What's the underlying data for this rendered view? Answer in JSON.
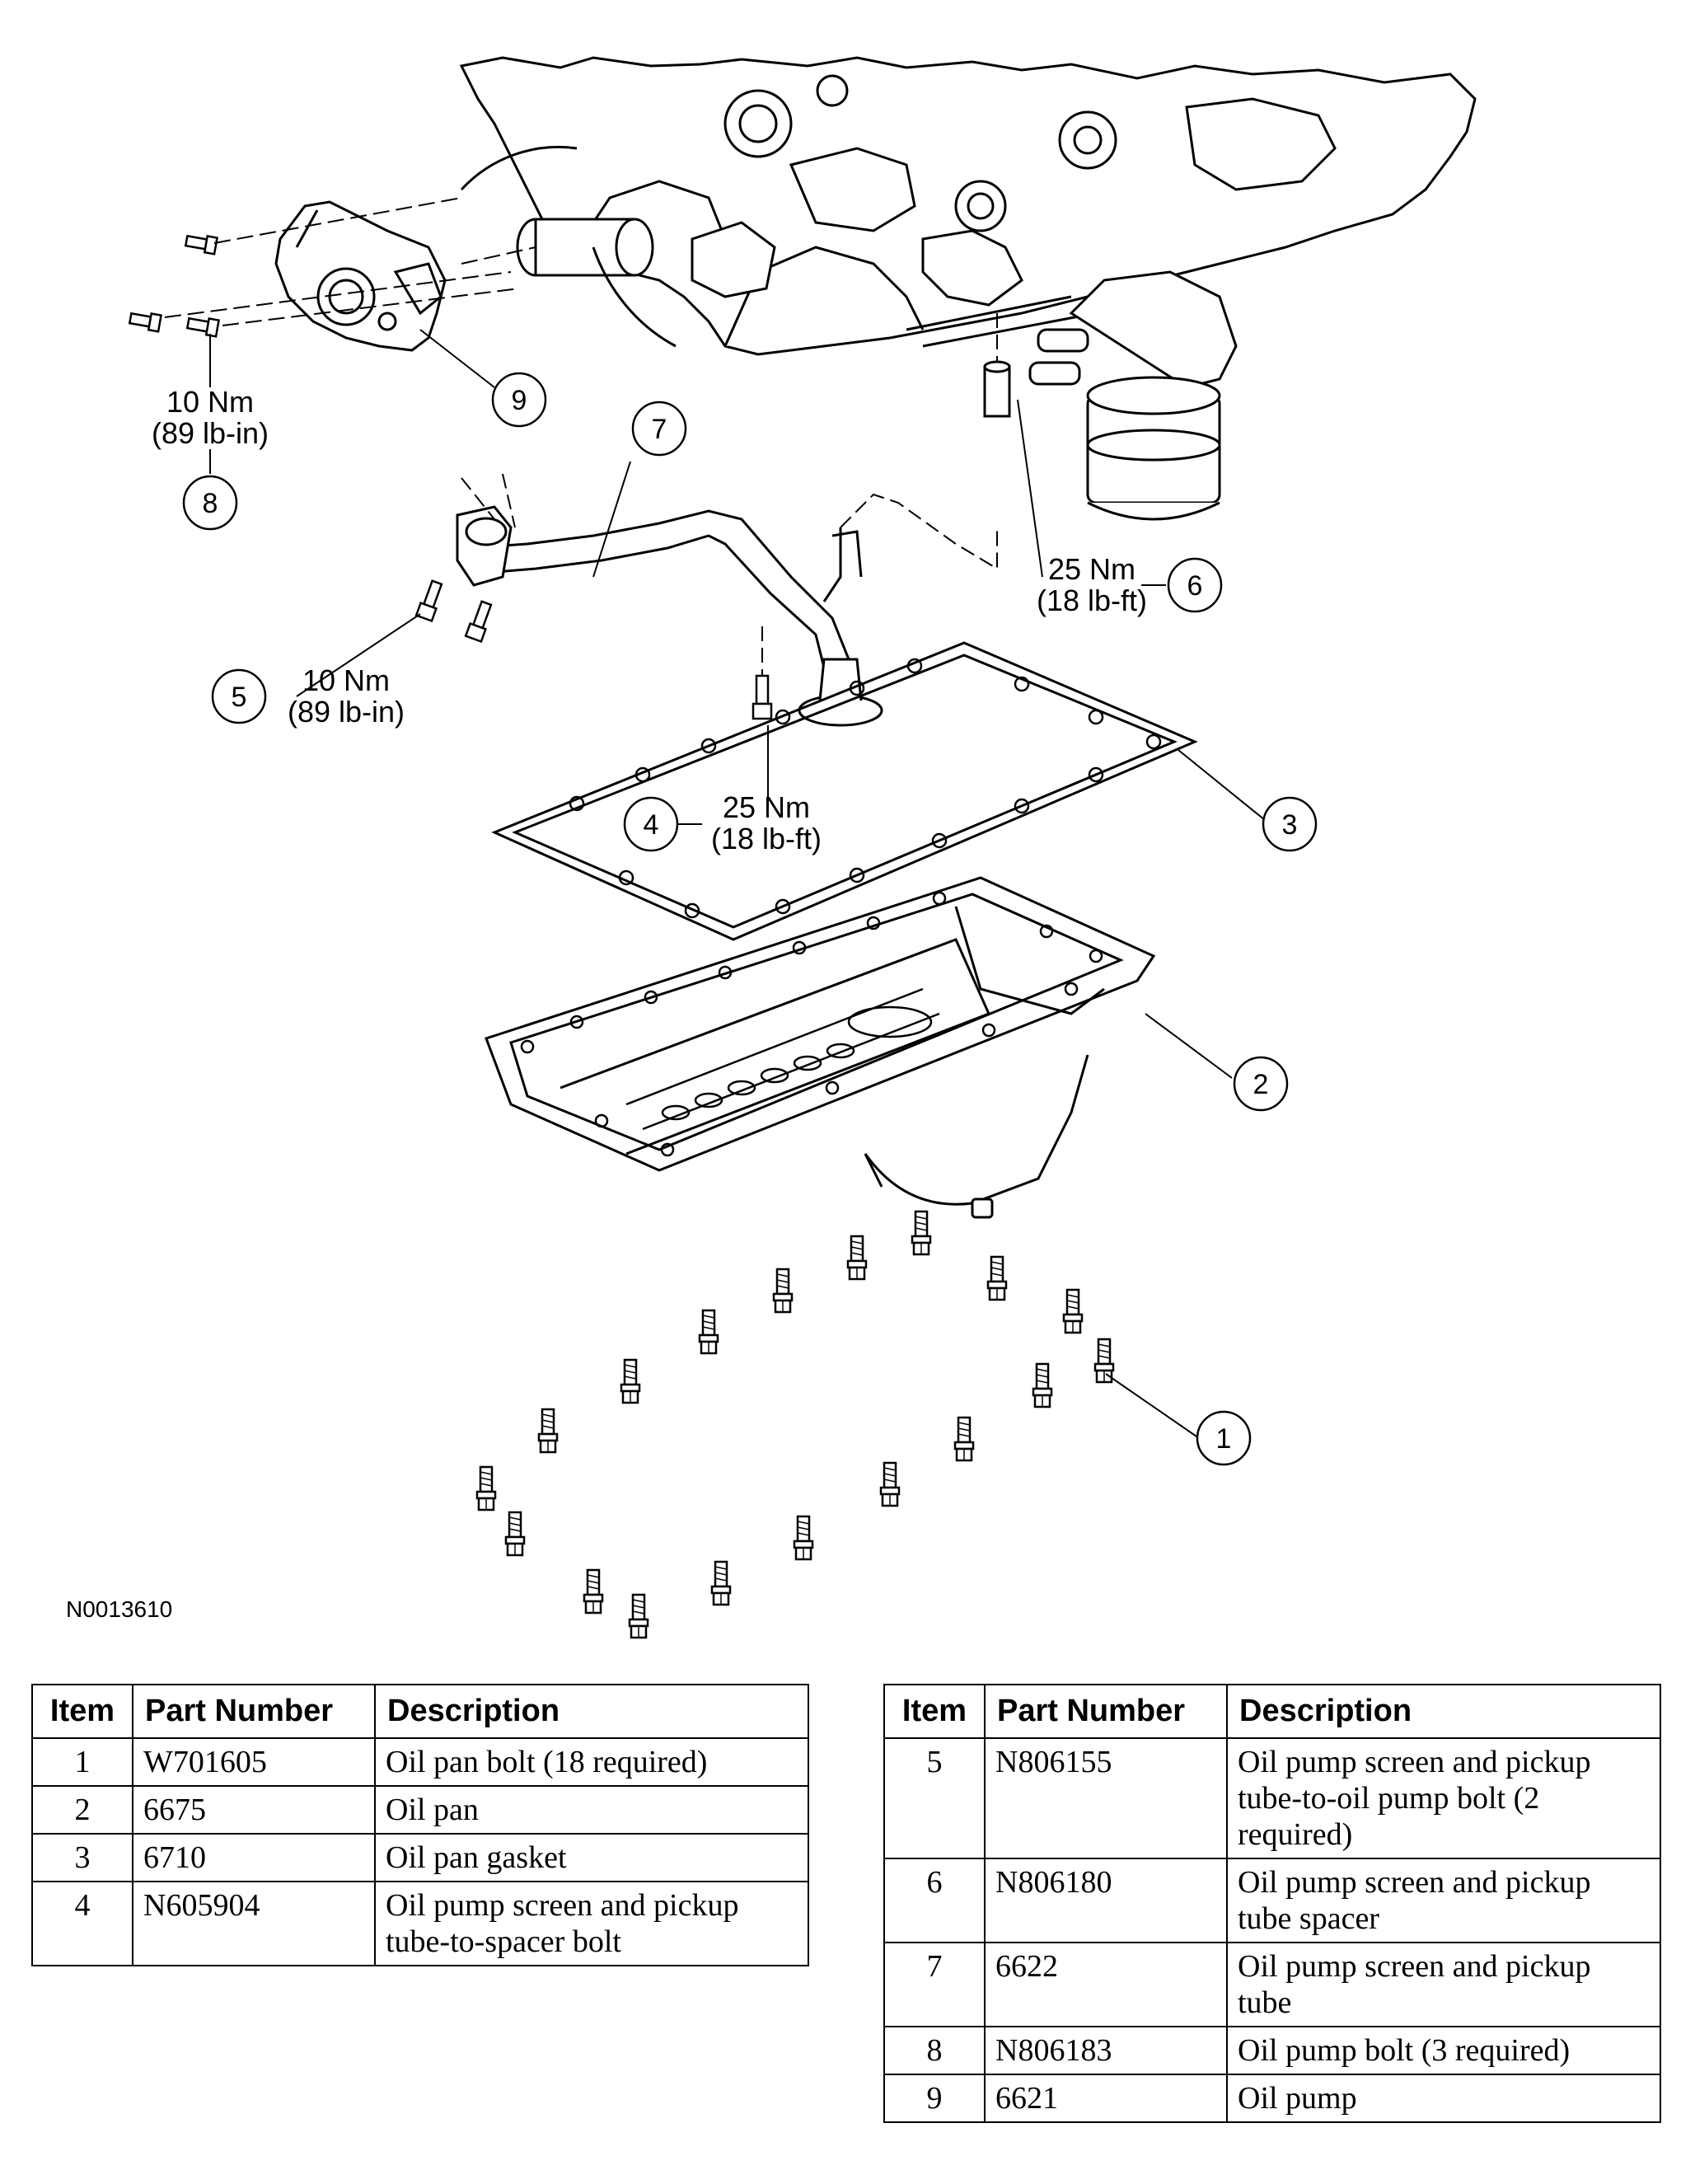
{
  "diagram": {
    "reference_code": "N0013610",
    "callouts": [
      {
        "id": "1",
        "label": "1"
      },
      {
        "id": "2",
        "label": "2"
      },
      {
        "id": "3",
        "label": "3"
      },
      {
        "id": "4",
        "label": "4",
        "torque_nm": "25 Nm",
        "torque_imp": "(18 lb-ft)"
      },
      {
        "id": "5",
        "label": "5",
        "torque_nm": "10 Nm",
        "torque_imp": "(89 lb-in)"
      },
      {
        "id": "6",
        "label": "6",
        "torque_nm": "25 Nm",
        "torque_imp": "(18 lb-ft)"
      },
      {
        "id": "7",
        "label": "7"
      },
      {
        "id": "8",
        "label": "8",
        "torque_nm": "10 Nm",
        "torque_imp": "(89 lb-in)"
      },
      {
        "id": "9",
        "label": "9"
      }
    ]
  },
  "table": {
    "headers": {
      "item": "Item",
      "part_number": "Part Number",
      "description": "Description"
    },
    "left_rows": [
      {
        "item": "1",
        "part_number": "W701605",
        "description": "Oil pan bolt (18 required)"
      },
      {
        "item": "2",
        "part_number": "6675",
        "description": "Oil pan"
      },
      {
        "item": "3",
        "part_number": "6710",
        "description": "Oil pan gasket"
      },
      {
        "item": "4",
        "part_number": "N605904",
        "description": "Oil pump screen and pickup tube-to-spacer bolt"
      }
    ],
    "right_rows": [
      {
        "item": "5",
        "part_number": "N806155",
        "description": "Oil pump screen and pickup tube-to-oil pump bolt (2 required)"
      },
      {
        "item": "6",
        "part_number": "N806180",
        "description": "Oil pump screen and pickup tube spacer"
      },
      {
        "item": "7",
        "part_number": "6622",
        "description": "Oil pump screen and pickup tube"
      },
      {
        "item": "8",
        "part_number": "N806183",
        "description": "Oil pump bolt (3 required)"
      },
      {
        "item": "9",
        "part_number": "6621",
        "description": "Oil pump"
      }
    ]
  }
}
